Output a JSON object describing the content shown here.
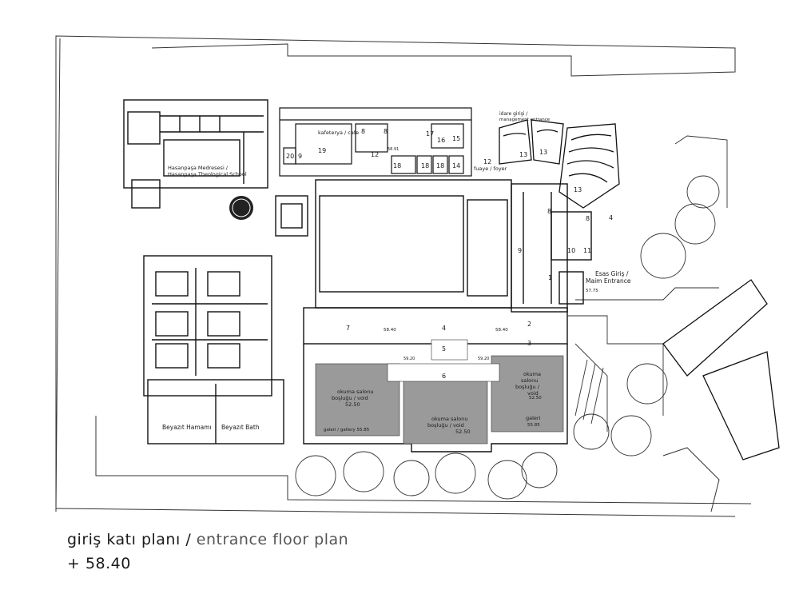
{
  "title": {
    "tr": "giriş katı planı",
    "separator": "/",
    "en": "entrance floor plan",
    "elevation": "+ 58.40"
  },
  "labels": {
    "madrasa_tr": "Hasanpaşa Medresesi /",
    "madrasa_en": "Hasanpaşa Theological School",
    "bath_tr": "Beyazıt Hamamı",
    "bath_en": "Beyazıt Bath",
    "cafe": "kafeterya / cafe",
    "mgmt_tr": "idare girişi /",
    "mgmt_en": "management entrance",
    "foyer": "fuaye / foyer",
    "main_tr": "Esas Giriş /",
    "main_en": "Maim Entrance",
    "main_level": "57.75",
    "reading_left_1": "okuma salonu",
    "reading_left_2": "boşluğu / void",
    "reading_left_lvl": "52.50",
    "reading_mid_1": "okuma salonu",
    "reading_mid_2": "boşluğu / void",
    "reading_mid_lvl": "52.50",
    "reading_right_1": "okuma",
    "reading_right_2": "salonu",
    "reading_right_3": "boşluğu /",
    "reading_right_4": "void",
    "reading_right_lvl": "52.50",
    "gallery_left": "galeri / gallery 55.85",
    "gallery_right_1": "galeri",
    "gallery_right_2": "55.85",
    "lvl_5840_a": "58.40",
    "lvl_5840_b": "58.40",
    "lvl_5920_a": "59.20",
    "lvl_5920_b": "59.20",
    "lvl_5891": "58.91"
  },
  "room_numbers": {
    "n1": "1",
    "n2": "2",
    "n3": "3",
    "n4": "4",
    "n5": "5",
    "n6": "6",
    "n7": "7",
    "n8a": "8",
    "n8b": "8",
    "n8c": "8",
    "n8d": "8",
    "n9": "9",
    "n9b": "9",
    "n10": "10",
    "n11": "11",
    "n12a": "12",
    "n12b": "12",
    "n13a": "13",
    "n13b": "13",
    "n13c": "13",
    "n14": "14",
    "n15": "15",
    "n16": "16",
    "n17": "17",
    "n18a": "18",
    "n18b": "18",
    "n18c": "18",
    "n19": "19",
    "n20": "20",
    "n4b": "4"
  }
}
